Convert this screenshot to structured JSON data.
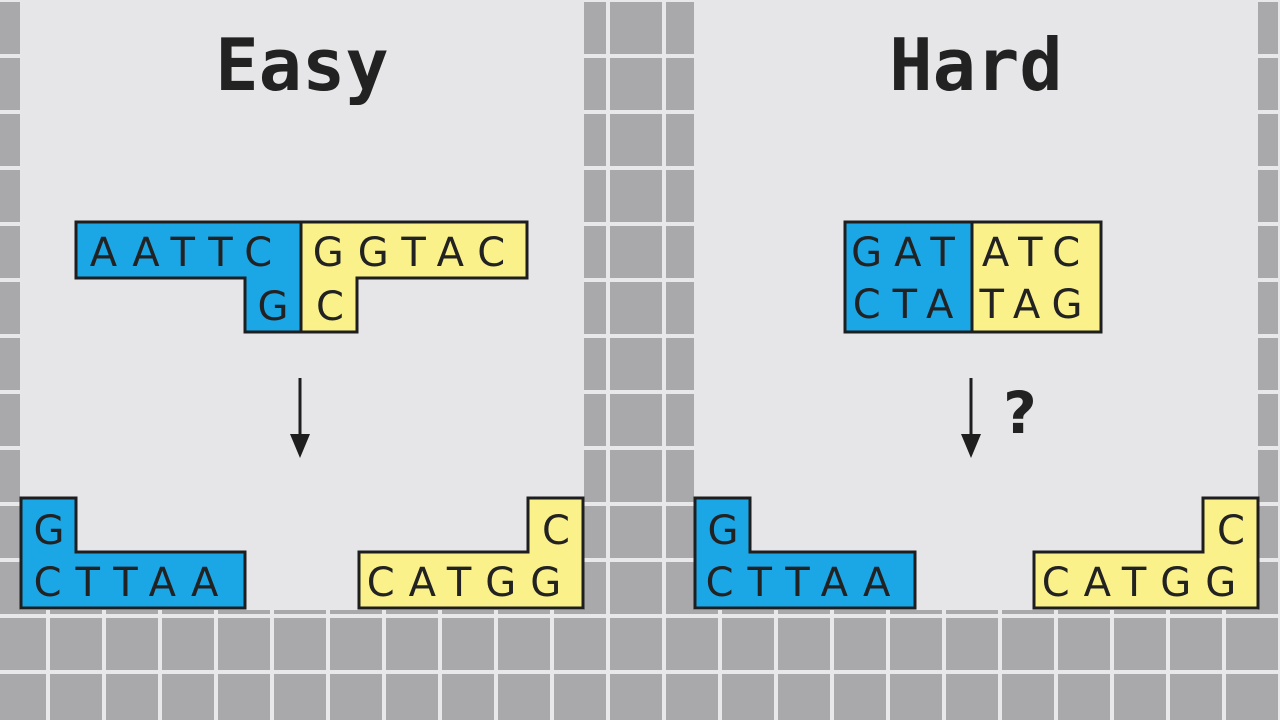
{
  "colors": {
    "panel_background": "#e6e6e9",
    "tile_fill": "#a9a9ab",
    "tile_line": "#e8e8ea",
    "blue_piece": "#1ba6e6",
    "yellow_piece": "#faf18a",
    "outline": "#1e1e1e",
    "text": "#222222"
  },
  "easy": {
    "title": "Easy",
    "joined": {
      "left_top": "AATTC",
      "left_bottom": "G",
      "right_top": "GGTAC",
      "right_bottom": "C"
    },
    "arrow_icon": "down-arrow-icon",
    "fallen_left": {
      "top": "G",
      "bottom": "CTTAA"
    },
    "fallen_right": {
      "top": "C",
      "bottom": "CATGG"
    }
  },
  "hard": {
    "title": "Hard",
    "joined": {
      "left_top": "GAT",
      "left_bottom": "CTA",
      "right_top": "ATC",
      "right_bottom": "TAG"
    },
    "arrow_icon": "down-arrow-icon",
    "question": "?",
    "fallen_left": {
      "top": "G",
      "bottom": "CTTAA"
    },
    "fallen_right": {
      "top": "C",
      "bottom": "CATGG"
    }
  }
}
